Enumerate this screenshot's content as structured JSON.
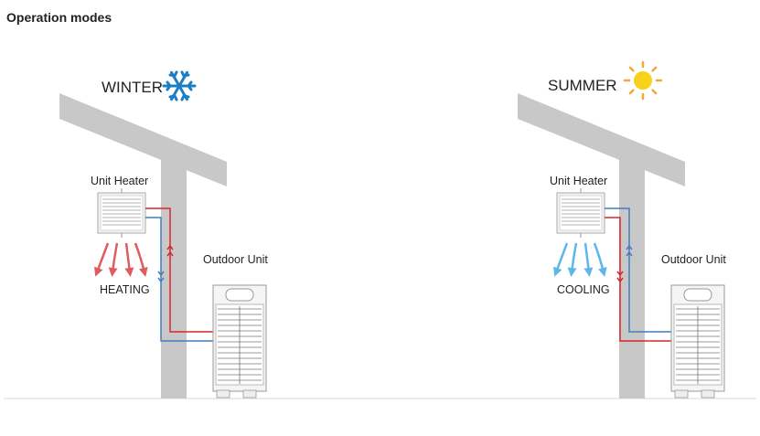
{
  "title": "Operation modes",
  "panels": [
    {
      "season": "WINTER",
      "season_icon": "snowflake-icon",
      "indoor_label": "Unit Heater",
      "outdoor_label": "Outdoor Unit",
      "mode_label": "HEATING",
      "airflow_color": "#e05a5f",
      "supply_color": "#d9262b",
      "return_color": "#3f7fbf"
    },
    {
      "season": "SUMMER",
      "season_icon": "sun-icon",
      "indoor_label": "Unit Heater",
      "outdoor_label": "Outdoor Unit",
      "mode_label": "COOLING",
      "airflow_color": "#5db7e8",
      "supply_color": "#3f7fbf",
      "return_color": "#d9262b"
    }
  ],
  "colors": {
    "building": "#c8c8c8",
    "ground": "#e6e6e6",
    "snowflake": "#1b7fc6",
    "sun": "#f7d21b",
    "sun_rays": "#f2a93b"
  }
}
